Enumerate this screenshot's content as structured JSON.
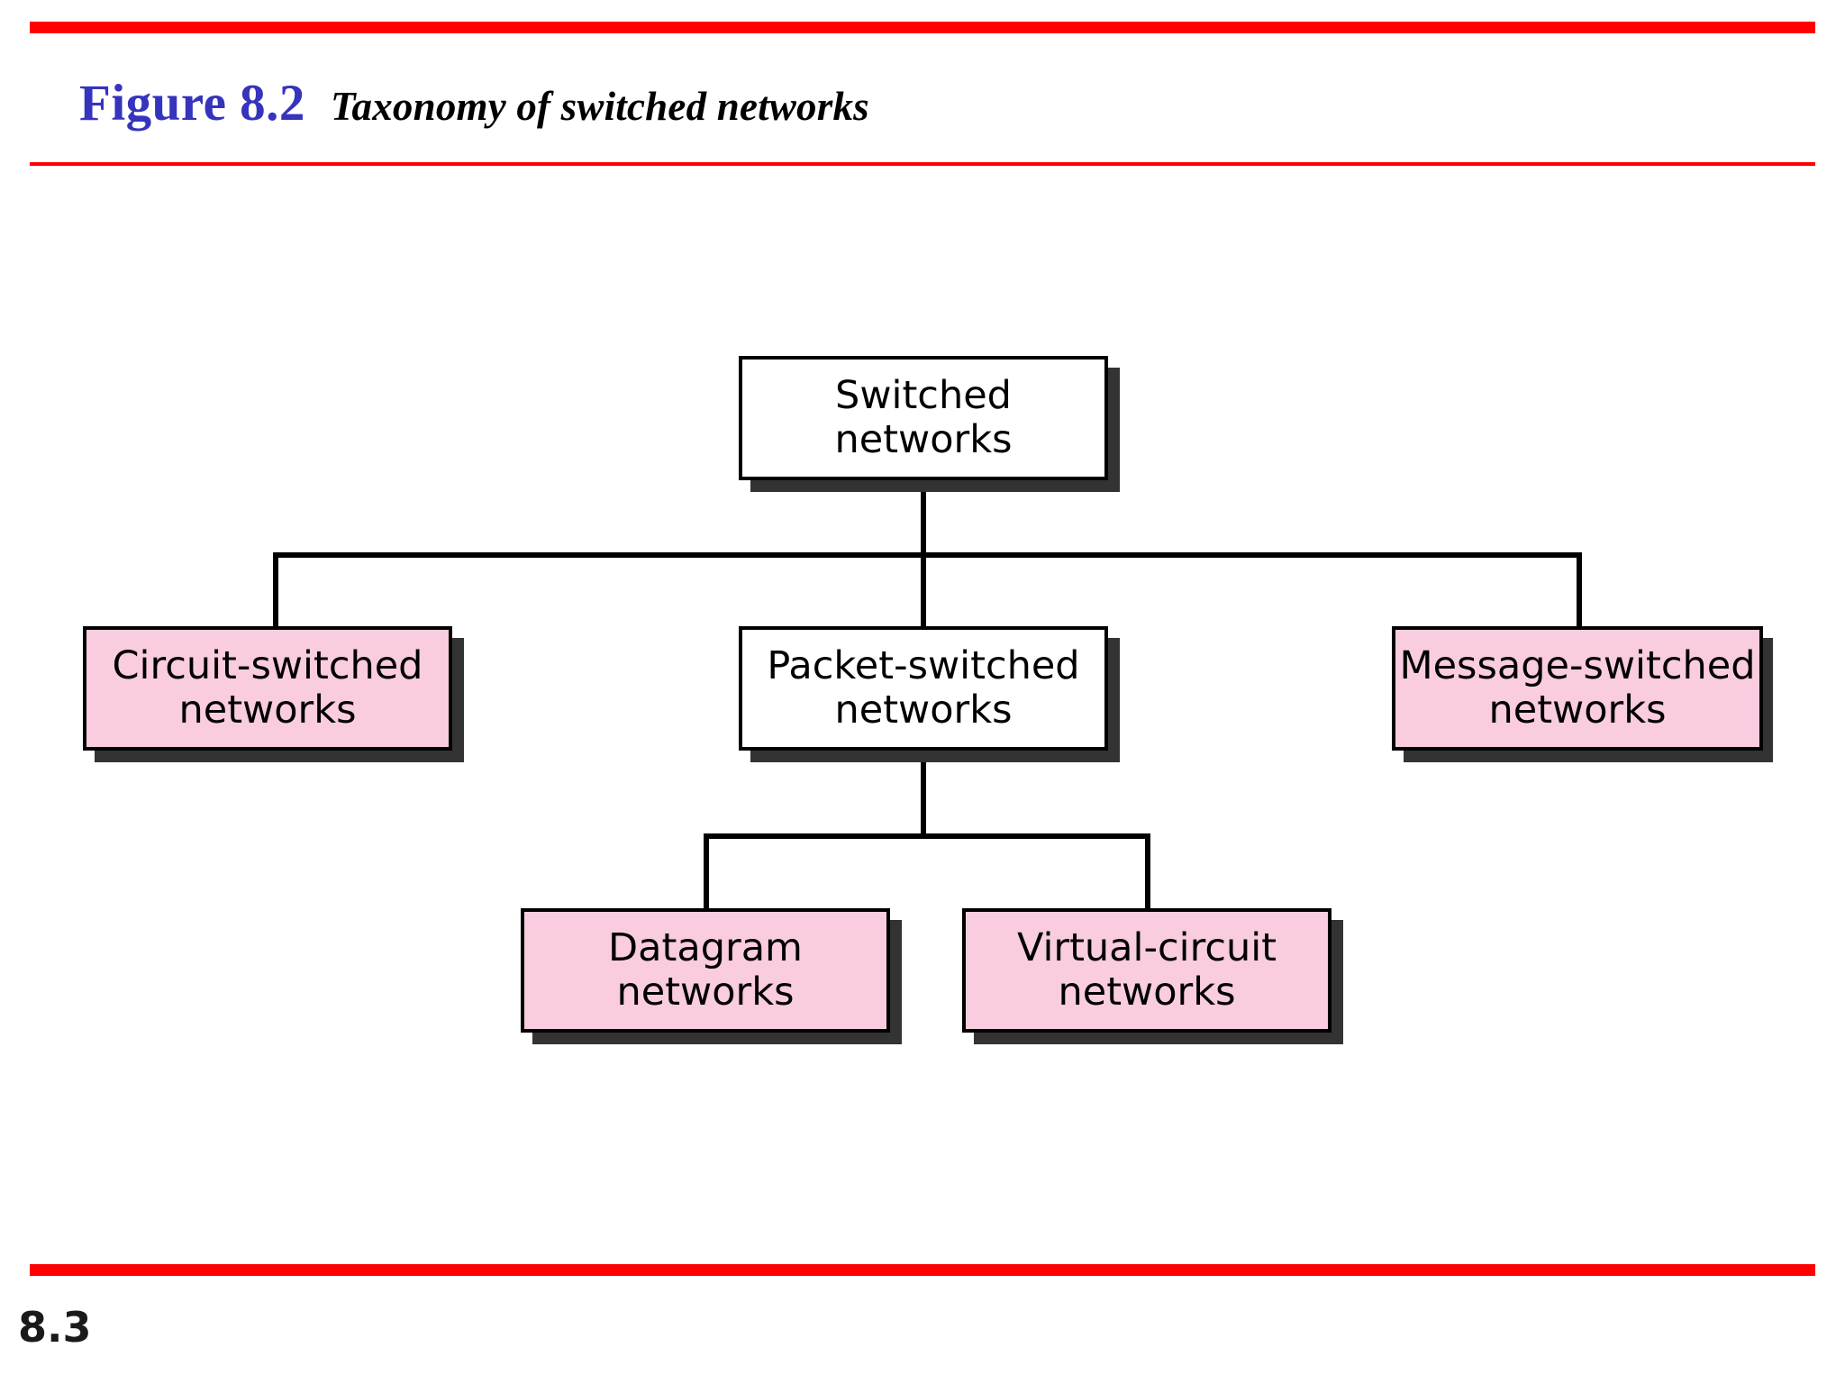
{
  "header": {
    "figure_label": "Figure 8.2",
    "figure_caption": "Taxonomy of switched networks",
    "accent_rule_color": "#ff0000",
    "label_color": "#3633bd"
  },
  "footer": {
    "page_number": "8.3"
  },
  "diagram": {
    "title": "Taxonomy of switched networks",
    "type": "tree",
    "box_fill_root": "#ffffff",
    "box_fill_leaf": "#f9ccdf",
    "box_border": "#000000",
    "shadow_color": "#333333",
    "nodes": [
      {
        "id": "switched",
        "line1": "Switched",
        "line2": "networks",
        "style": "white",
        "level": 0,
        "parent": null
      },
      {
        "id": "circuit",
        "line1": "Circuit-switched",
        "line2": "networks",
        "style": "pink",
        "level": 1,
        "parent": "switched"
      },
      {
        "id": "packet",
        "line1": "Packet-switched",
        "line2": "networks",
        "style": "white",
        "level": 1,
        "parent": "switched"
      },
      {
        "id": "message",
        "line1": "Message-switched",
        "line2": "networks",
        "style": "pink",
        "level": 1,
        "parent": "switched"
      },
      {
        "id": "datagram",
        "line1": "Datagram",
        "line2": "networks",
        "style": "pink",
        "level": 2,
        "parent": "packet"
      },
      {
        "id": "virtual",
        "line1": "Virtual-circuit",
        "line2": "networks",
        "style": "pink",
        "level": 2,
        "parent": "packet"
      }
    ]
  }
}
